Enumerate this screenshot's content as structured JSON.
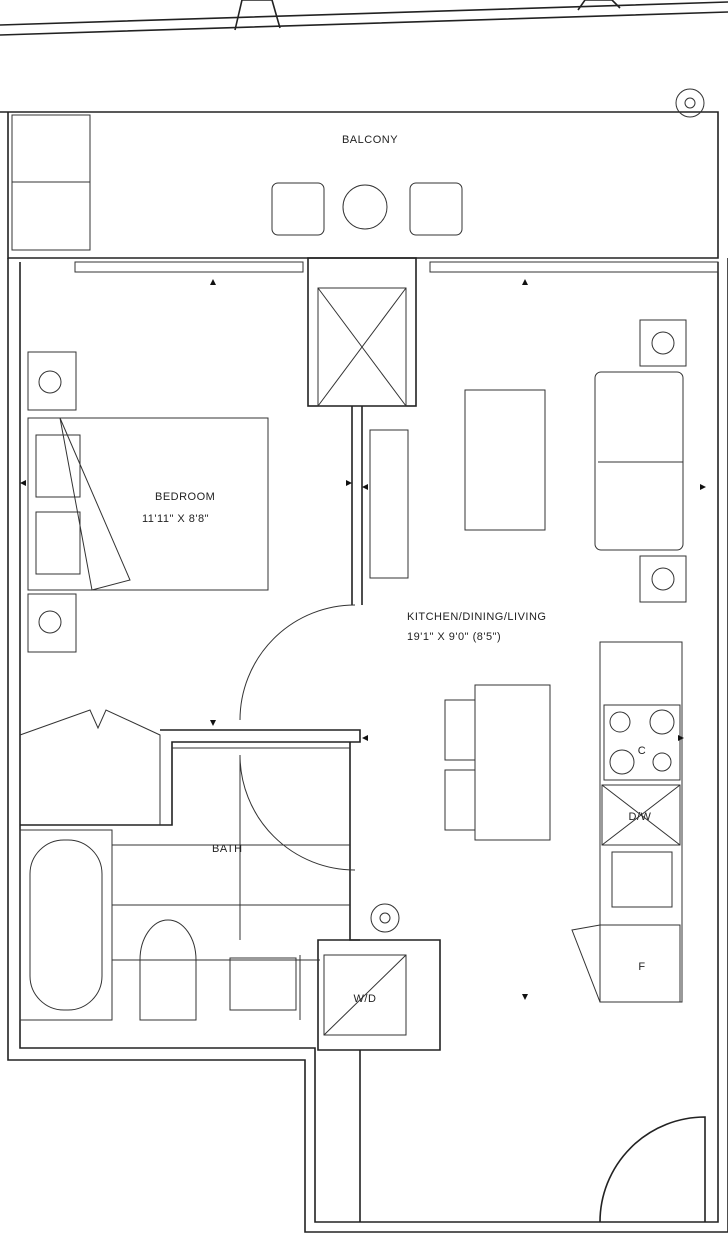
{
  "rooms": {
    "balcony": {
      "name": "BALCONY"
    },
    "bedroom": {
      "name": "BEDROOM",
      "dims": "11'11\" X 8'8\""
    },
    "living": {
      "name": "KITCHEN/DINING/LIVING",
      "dims": "19'1\" X 9'0\" (8'5\")"
    },
    "bath": {
      "name": "BATH"
    }
  },
  "appliances": {
    "cooktop": "C",
    "dishwasher": "D/W",
    "fridge": "F",
    "washer_dryer": "W/D"
  }
}
